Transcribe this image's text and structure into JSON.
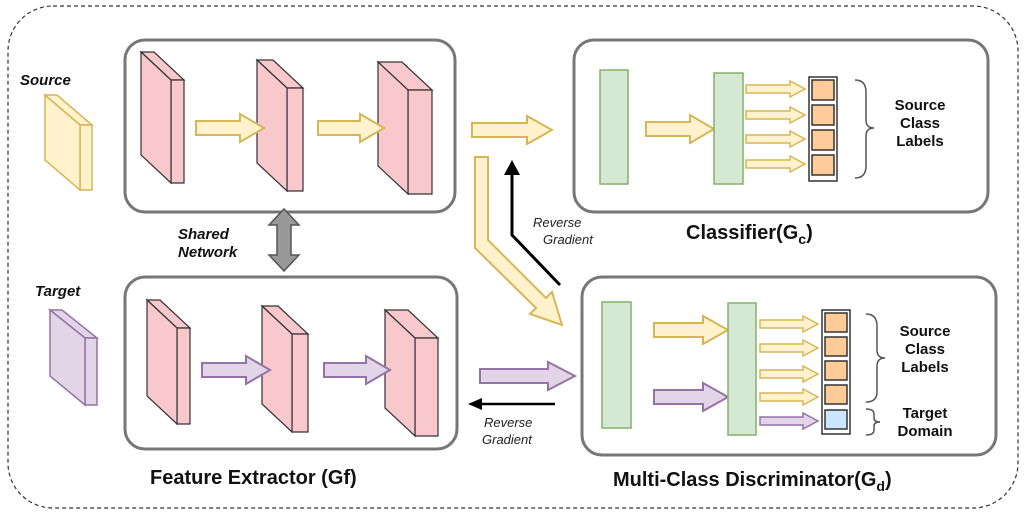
{
  "labels": {
    "source": "Source",
    "target": "Target",
    "shared_line1": "Shared",
    "shared_line2": "Network",
    "reverse_gradient_top_1": "Reverse",
    "reverse_gradient_top_2": "Gradient",
    "reverse_gradient_bottom_1": "Reverse",
    "reverse_gradient_bottom_2": "Gradient",
    "classifier_out_1": "Source",
    "classifier_out_2": "Class",
    "classifier_out_3": "Labels",
    "disc_out_1": "Source",
    "disc_out_2": "Class",
    "disc_out_3": "Labels",
    "disc_target_1": "Target",
    "disc_target_2": "Domain"
  },
  "titles": {
    "classifier": "Classifier(G",
    "classifier_sub": "c",
    "classifier_close": ")",
    "feature_extractor": "Feature Extractor (Gf)",
    "discriminator": "Multi-Class Discriminator(G",
    "discriminator_sub": "d",
    "discriminator_close": ")"
  },
  "colors": {
    "pink_fill": "#f8c8cc",
    "green_fill": "#d5e8d4",
    "green_stroke": "#82b366",
    "yellow_fill": "#fff2cc",
    "yellow_stroke": "#d6b656",
    "purple_fill": "#e1d5e7",
    "purple_stroke": "#9673a6",
    "orange_fill": "#ffcc99",
    "blue_fill": "#cce5ff"
  }
}
